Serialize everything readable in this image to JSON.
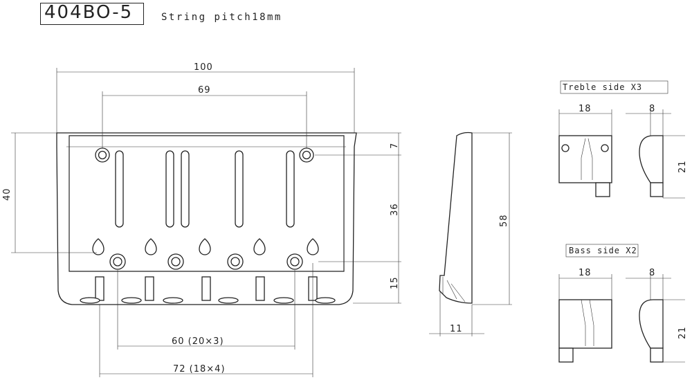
{
  "header": {
    "model": "404BO-5",
    "string_pitch": "String pitch18mm"
  },
  "dimensions": {
    "overall_width": "100",
    "mount_spacing": "69",
    "height_left": "40",
    "top_offset": "7",
    "slot_height": "36",
    "bottom_offset": "15",
    "side_height": "58",
    "side_depth": "11",
    "outer_string_span": "60 (20×3)",
    "overall_string_span": "72 (18×4)"
  },
  "saddles": {
    "treble_label": "Treble side X3",
    "treble_width": "18",
    "treble_depth": "8",
    "treble_height": "21",
    "bass_label": "Bass side X2",
    "bass_width": "18",
    "bass_depth": "8",
    "bass_height": "21"
  }
}
